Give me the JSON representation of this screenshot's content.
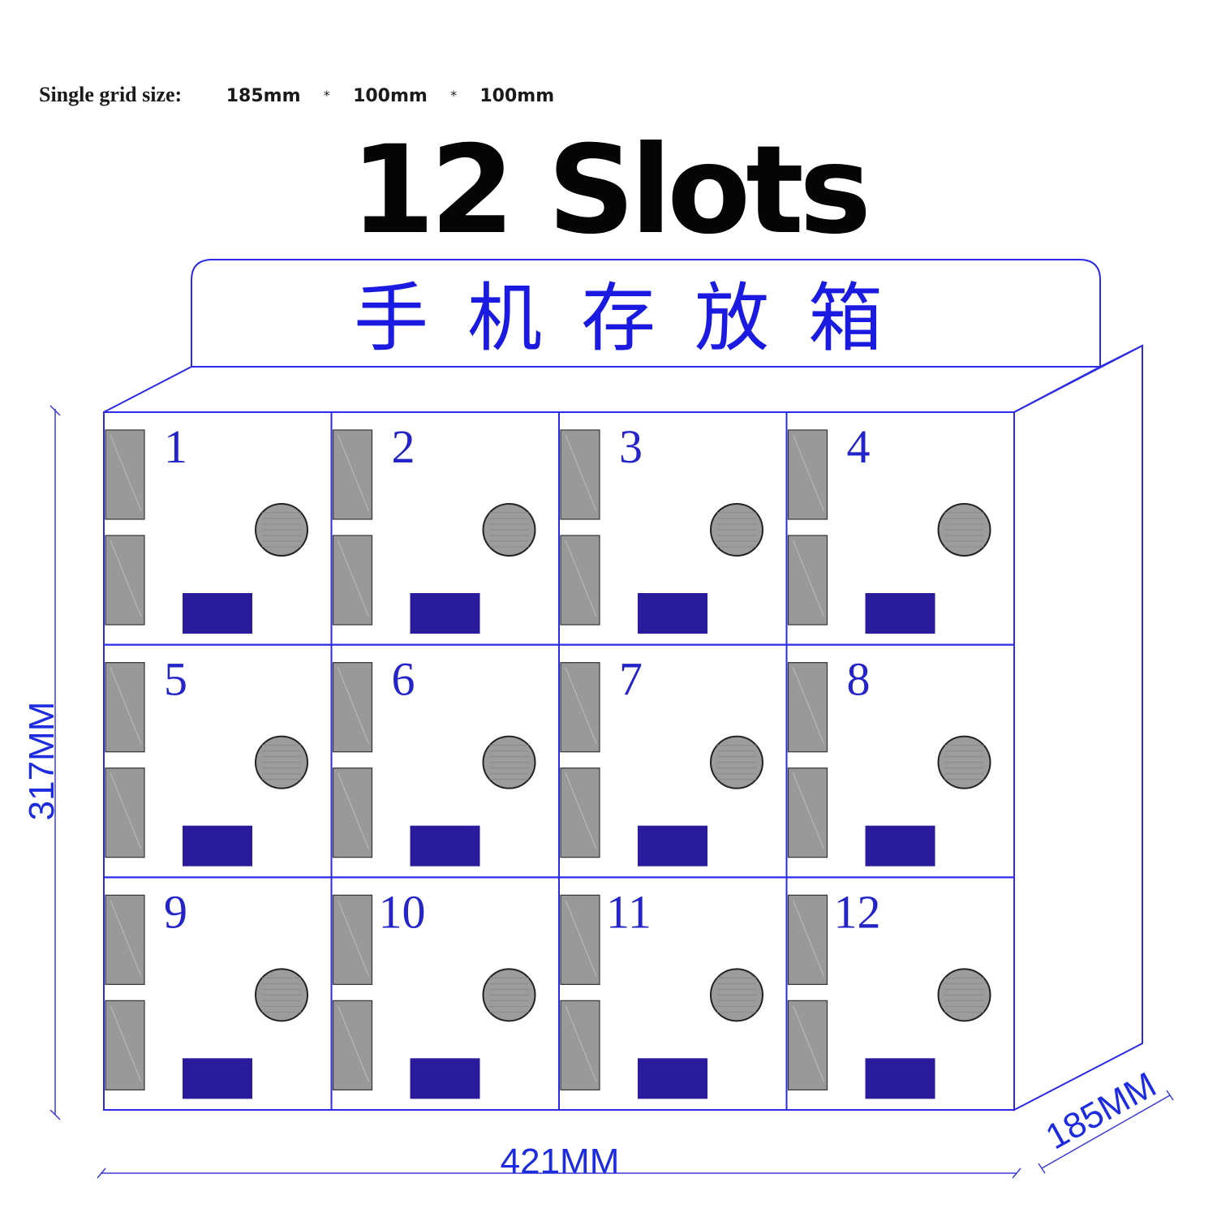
{
  "spec": {
    "label": "Single grid size:",
    "dims": [
      "185mm",
      "100mm",
      "100mm"
    ],
    "separator": "*"
  },
  "title": "12 Slots",
  "sign": "手机存放箱",
  "slots": [
    "1",
    "2",
    "3",
    "4",
    "5",
    "6",
    "7",
    "8",
    "9",
    "10",
    "11",
    "12"
  ],
  "dimensions": {
    "height": "317MM",
    "width": "421MM",
    "depth": "185MM"
  },
  "colors": {
    "outline": "#2a2ae8",
    "panel": "#999999",
    "badge": "#2a1a9c",
    "lock": "#9c9c9c",
    "text_blue": "#1a1ae0"
  }
}
